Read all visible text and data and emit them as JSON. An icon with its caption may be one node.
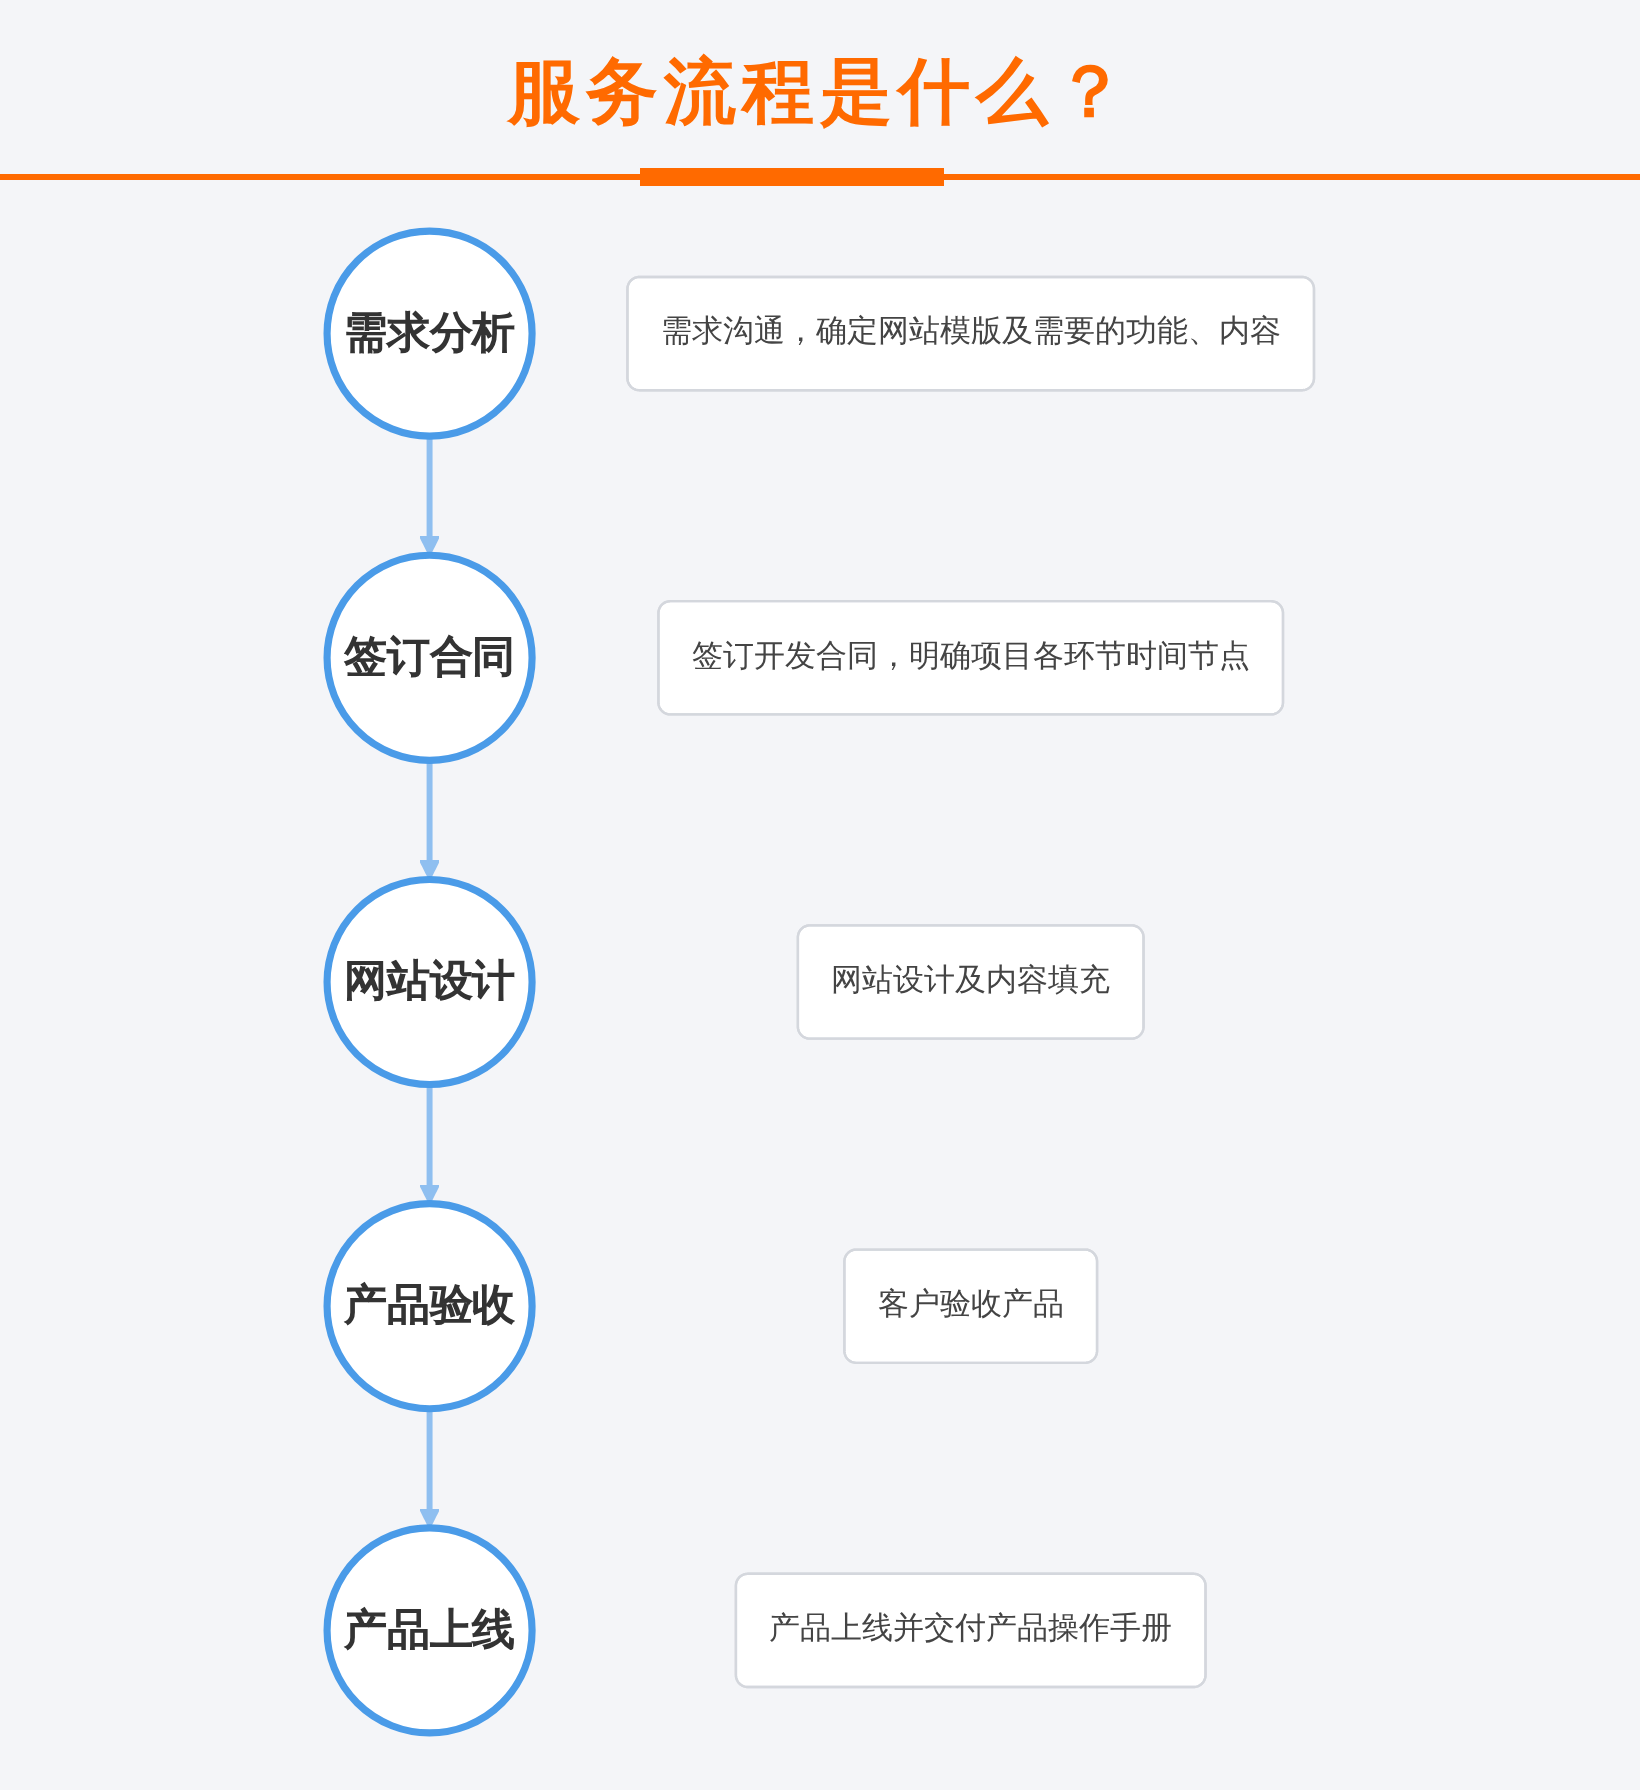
{
  "diagram": {
    "title": "服务流程是什么？",
    "nodes": [
      {
        "text": [
          "需求分析"
        ]
      },
      {
        "text": [
          "需求沟通，确定网站模版及需要的功能、内容"
        ]
      },
      {
        "text": [
          "签订合同"
        ]
      },
      {
        "text": [
          "签订开发合同，明确项目各环节时间节点"
        ]
      },
      {
        "text": [
          "网站设计"
        ]
      },
      {
        "text": [
          "网站设计及内容填充"
        ]
      },
      {
        "text": [
          "产品验收"
        ]
      },
      {
        "text": [
          "客户验收产品"
        ]
      },
      {
        "text": [
          "产品上线"
        ]
      },
      {
        "text": [
          "产品上线并交付产品操作手册"
        ]
      }
    ],
    "edges": [
      {
        "from": 0,
        "to": 2,
        "arrow": "to"
      },
      {
        "from": 2,
        "to": 4,
        "arrow": "to"
      },
      {
        "from": 4,
        "to": 6,
        "arrow": "to"
      },
      {
        "from": 6,
        "to": 8,
        "arrow": "to"
      }
    ]
  }
}
